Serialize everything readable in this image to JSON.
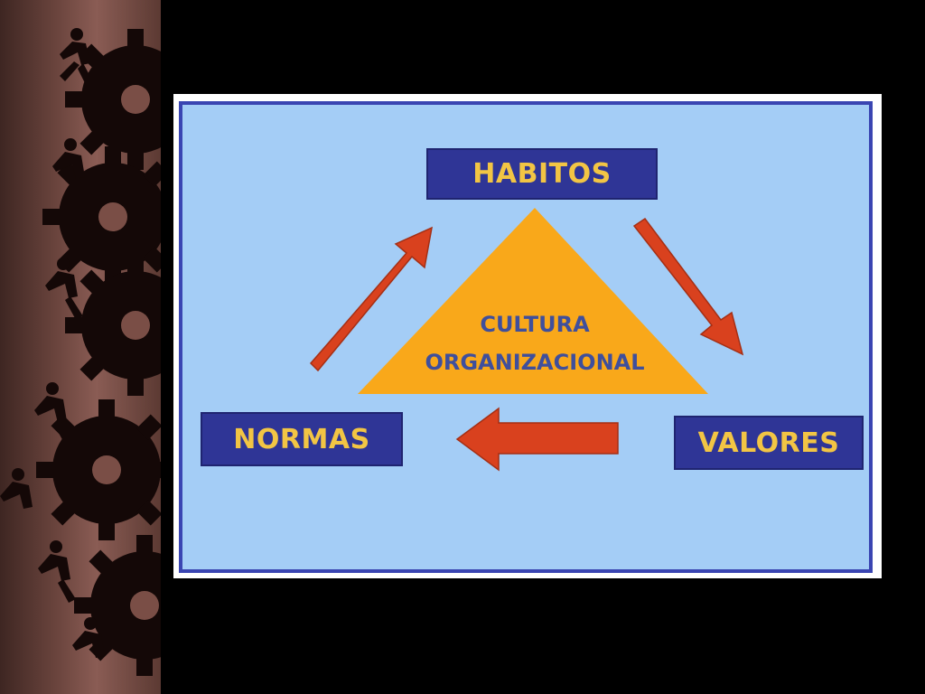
{
  "diagram": {
    "top_label": "HABITOS",
    "left_label": "NORMAS",
    "right_label": "VALORES",
    "center_line1": "CULTURA",
    "center_line2": "ORGANIZACIONAL"
  },
  "colors": {
    "canvas": "#a4cdf6",
    "canvas_border": "#3a45b2",
    "box_fill": "#2f3596",
    "box_text": "#f2c544",
    "triangle": "#f9a81a",
    "arrow": "#d9411e",
    "center_text": "#3f4f9c"
  },
  "icons": [
    "gear-icon",
    "runner-silhouette-icon",
    "arrow-icon"
  ]
}
